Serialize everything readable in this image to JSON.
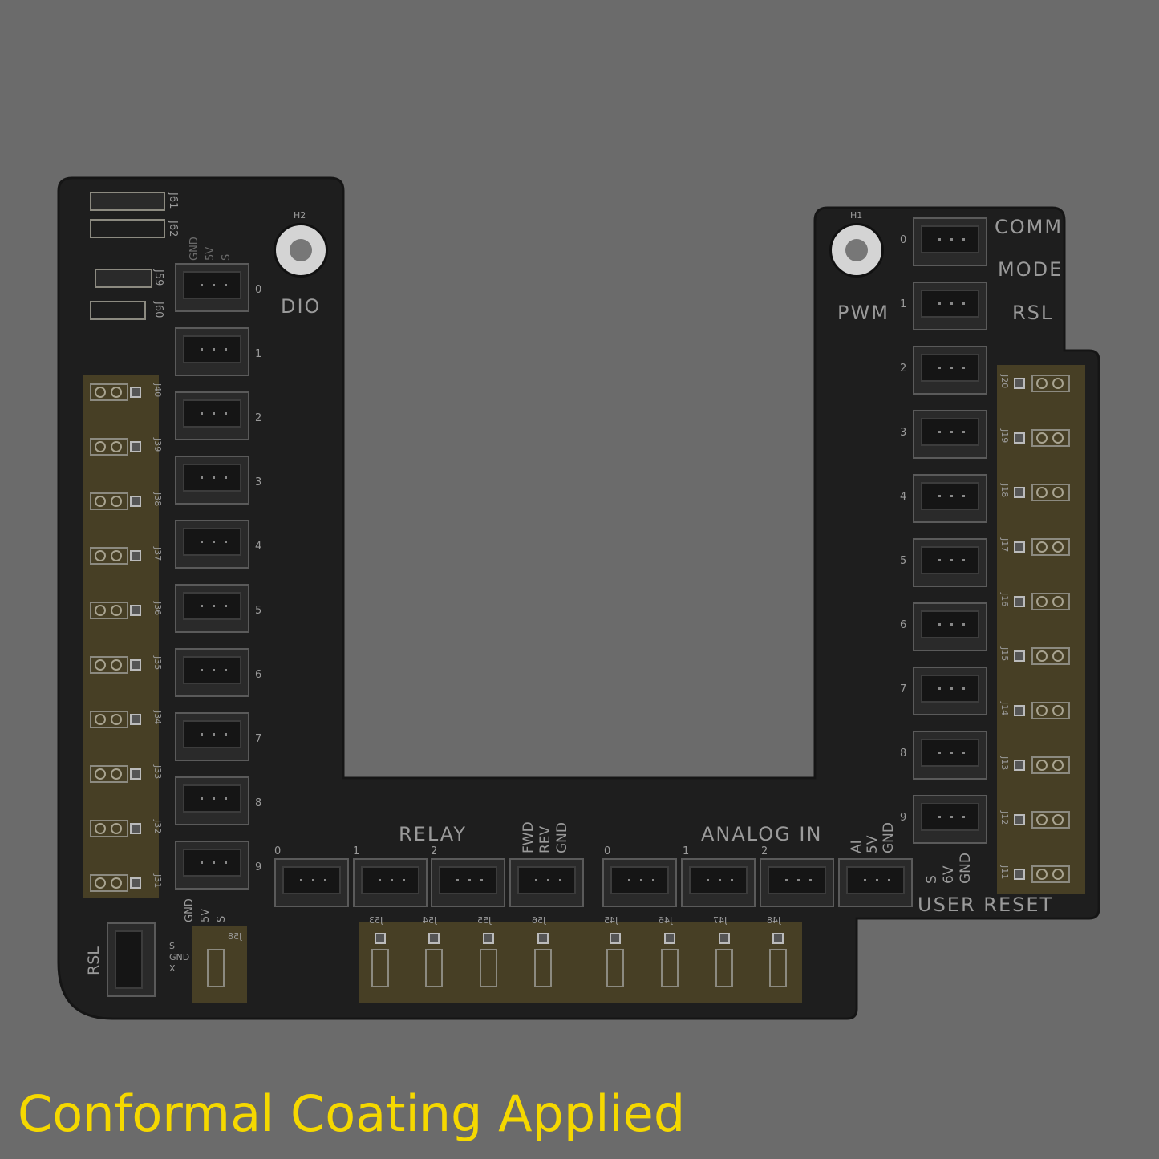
{
  "board": {
    "holes": {
      "h1": "H1",
      "h2": "H2"
    },
    "headers_top_left": [
      "J61",
      "J62",
      "J59",
      "J60"
    ],
    "dio": {
      "title": "DIO",
      "pin_labels": [
        "GND",
        "5V",
        "S"
      ],
      "ports": [
        "0",
        "1",
        "2",
        "3",
        "4",
        "5",
        "6",
        "7",
        "8",
        "9"
      ],
      "bottom_pin_labels": [
        "GND",
        "5V",
        "S"
      ]
    },
    "pwm": {
      "title": "PWM",
      "ports": [
        "0",
        "1",
        "2",
        "3",
        "4",
        "5",
        "6",
        "7",
        "8",
        "9"
      ]
    },
    "status_labels": [
      "COMM",
      "MODE",
      "RSL"
    ],
    "left_jumpers": [
      "J40",
      "J39",
      "J38",
      "J37",
      "J36",
      "J35",
      "J34",
      "J33",
      "J32",
      "J31"
    ],
    "right_jumpers": [
      "J20",
      "J19",
      "J18",
      "J17",
      "J16",
      "J15",
      "J14",
      "J13",
      "J12",
      "J11"
    ],
    "relay": {
      "title": "RELAY",
      "ports": [
        "0",
        "1",
        "2"
      ],
      "pin_labels": [
        "FWD",
        "REV",
        "GND"
      ]
    },
    "analog": {
      "title": "ANALOG IN",
      "ports": [
        "0",
        "1",
        "2"
      ],
      "pin_labels": [
        "AI",
        "5V",
        "GND"
      ]
    },
    "user_reset": {
      "title": "USER RESET",
      "pin_labels": [
        "S",
        "6V",
        "GND"
      ]
    },
    "rsl": {
      "title": "RSL",
      "pin_labels": [
        "S",
        "GND",
        "X"
      ],
      "jumper": "J58"
    },
    "bottom_jumpers": [
      "J53",
      "J54",
      "J55",
      "J56",
      "J45",
      "J46",
      "J47",
      "J48"
    ]
  },
  "footer": "Conformal Coating Applied",
  "colors": {
    "board": "#1e1e1e",
    "coating": "#473f25",
    "footer": "#f5d800",
    "background": "#6b6b6b"
  }
}
